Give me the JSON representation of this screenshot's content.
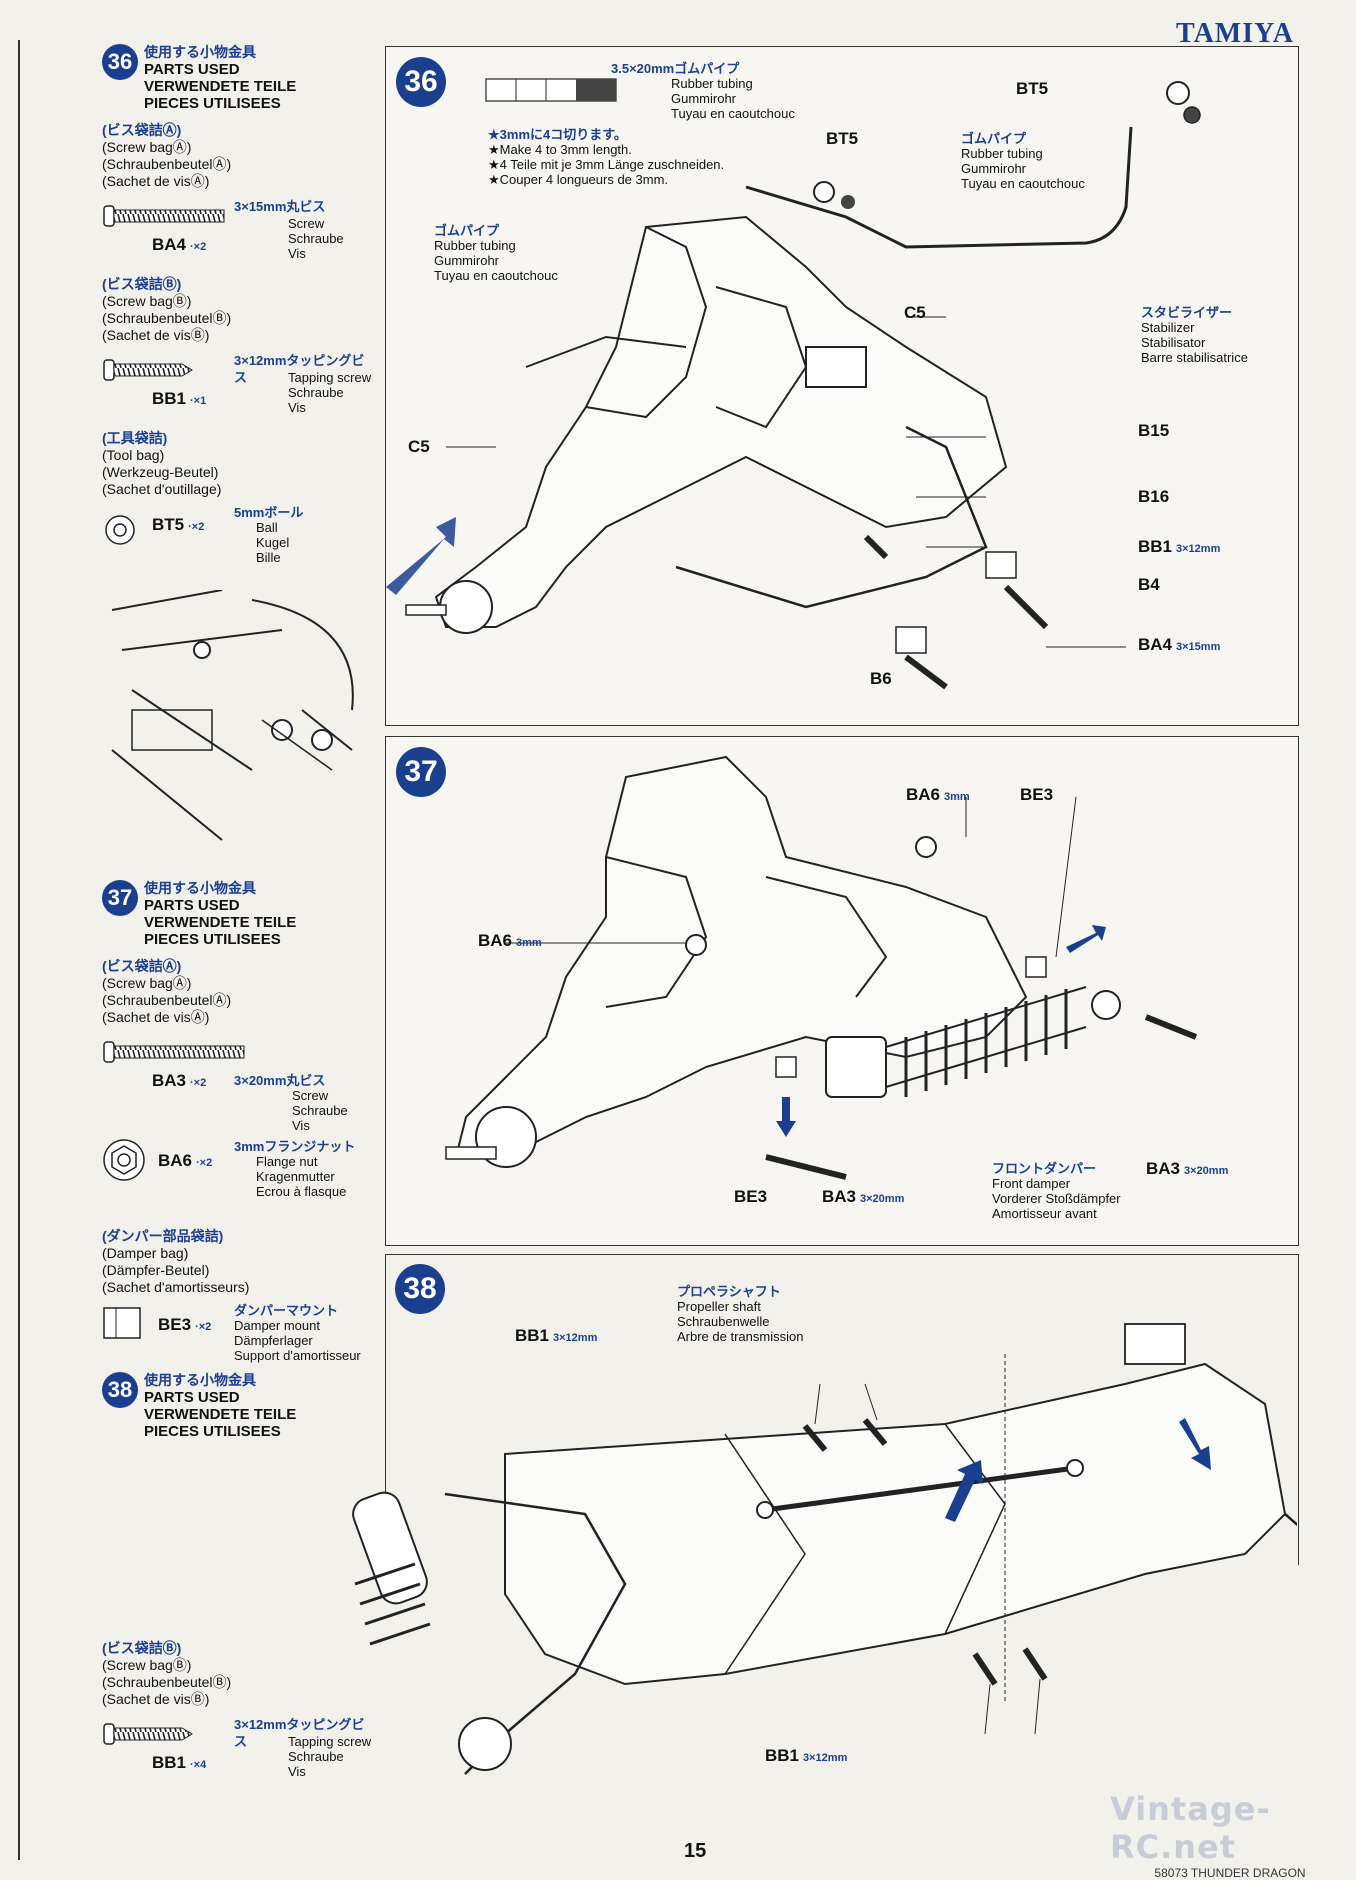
{
  "brand": "TAMIYA",
  "page_number": "15",
  "footer": {
    "watermark": "Vintage-RC.net",
    "code": "58073 THUNDER DRAGON"
  },
  "sidebar": {
    "step36": {
      "number": "36",
      "jp": "使用する小物金具",
      "en1": "PARTS USED",
      "en2": "VERWENDETE TEILE",
      "en3": "PIECES UTILISEES",
      "bagA": {
        "jp": "(ビス袋詰Ⓐ)",
        "en": "(Screw bagⒶ)",
        "de": "(SchraubenbeutelⒶ)",
        "fr": "(Sachet de visⒶ)"
      },
      "ba4": {
        "spec": "3×15mm丸ビス",
        "code": "BA4",
        "qty": "·×2",
        "d1": "Screw",
        "d2": "Schraube",
        "d3": "Vis"
      },
      "bagB": {
        "jp": "(ビス袋詰Ⓑ)",
        "en": "(Screw bagⒷ)",
        "de": "(SchraubenbeutelⒷ)",
        "fr": "(Sachet de visⒷ)"
      },
      "bb1": {
        "spec": "3×12mmタッピングビス",
        "code": "BB1",
        "qty": "·×1",
        "d1": "Tapping screw",
        "d2": "Schraube",
        "d3": "Vis"
      },
      "bagT": {
        "jp": "(工具袋詰)",
        "en": "(Tool bag)",
        "de": "(Werkzeug-Beutel)",
        "fr": "(Sachet d'outillage)"
      },
      "bt5": {
        "spec": "5mmボール",
        "code": "BT5",
        "qty": "·×2",
        "d1": "Ball",
        "d2": "Kugel",
        "d3": "Bille"
      }
    },
    "step37": {
      "number": "37",
      "jp": "使用する小物金具",
      "en1": "PARTS USED",
      "en2": "VERWENDETE TEILE",
      "en3": "PIECES UTILISEES",
      "bagA": {
        "jp": "(ビス袋詰Ⓐ)",
        "en": "(Screw bagⒶ)",
        "de": "(SchraubenbeutelⒶ)",
        "fr": "(Sachet de visⒶ)"
      },
      "ba3": {
        "spec": "3×20mm丸ビス",
        "code": "BA3",
        "qty": "·×2",
        "d1": "Screw",
        "d2": "Schraube",
        "d3": "Vis"
      },
      "ba6": {
        "spec": "3mmフランジナット",
        "code": "BA6",
        "qty": "·×2",
        "d1": "Flange nut",
        "d2": "Kragenmutter",
        "d3": "Ecrou à flasque"
      },
      "bagD": {
        "jp": "(ダンパー部品袋詰)",
        "en": "(Damper bag)",
        "de": "(Dämpfer-Beutel)",
        "fr": "(Sachet d'amortisseurs)"
      },
      "be3": {
        "spec": "ダンパーマウント",
        "code": "BE3",
        "qty": "·×2",
        "d1": "Damper mount",
        "d2": "Dämpferlager",
        "d3": "Support d'amortisseur"
      }
    },
    "step38": {
      "number": "38",
      "jp": "使用する小物金具",
      "en1": "PARTS USED",
      "en2": "VERWENDETE TEILE",
      "en3": "PIECES UTILISEES",
      "bagB": {
        "jp": "(ビス袋詰Ⓑ)",
        "en": "(Screw bagⒷ)",
        "de": "(SchraubenbeutelⒷ)",
        "fr": "(Sachet de visⒷ)"
      },
      "bb1": {
        "spec": "3×12mmタッピングビス",
        "code": "BB1",
        "qty": "·×4",
        "d1": "Tapping screw",
        "d2": "Schraube",
        "d3": "Vis"
      }
    }
  },
  "panel36": {
    "number": "36",
    "tube_spec": "3.5×20mmゴムパイプ",
    "tube_en": "Rubber tubing",
    "tube_de": "Gummirohr",
    "tube_fr": "Tuyau en caoutchouc",
    "cut_jp": "★3mmに4コ切ります。",
    "cut_en": "★Make 4 to 3mm length.",
    "cut_de": "★4 Teile mit je 3mm Länge zuschneiden.",
    "cut_fr": "★Couper 4 longueurs de 3mm.",
    "bt5_a": "BT5",
    "bt5_b": "BT5",
    "rt2_jp": "ゴムパイプ",
    "rt2_en": "Rubber tubing",
    "rt2_de": "Gummirohr",
    "rt2_fr": "Tuyau en caoutchouc",
    "rt3_jp": "ゴムパイプ",
    "rt3_en": "Rubber tubing",
    "rt3_de": "Gummirohr",
    "rt3_fr": "Tuyau en caoutchouc",
    "stab_jp": "スタビライザー",
    "stab_en": "Stabilizer",
    "stab_de": "Stabilisator",
    "stab_fr": "Barre stabilisatrice",
    "c5a": "C5",
    "c5b": "C5",
    "b15": "B15",
    "b16": "B16",
    "bb1": "BB1",
    "bb1_spec": "3×12mm",
    "b4": "B4",
    "ba4": "BA4",
    "ba4_spec": "3×15mm",
    "b6": "B6"
  },
  "panel37": {
    "number": "37",
    "ba6_a": "BA6",
    "ba6_a_spec": "3mm",
    "be3_a": "BE3",
    "ba6_b": "BA6",
    "ba6_b_spec": "3mm",
    "be3_b": "BE3",
    "ba3_a": "BA3",
    "ba3_a_spec": "3×20mm",
    "ba3_b": "BA3",
    "ba3_b_spec": "3×20mm",
    "damper_jp": "フロントダンパー",
    "damper_en": "Front damper",
    "damper_de": "Vorderer Stoßdämpfer",
    "damper_fr": "Amortisseur avant"
  },
  "panel38": {
    "number": "38",
    "bb1_a": "BB1",
    "bb1_a_spec": "3×12mm",
    "prop_jp": "プロペラシャフト",
    "prop_en": "Propeller shaft",
    "prop_de": "Schraubenwelle",
    "prop_fr": "Arbre de transmission",
    "bb1_b": "BB1",
    "bb1_b_spec": "3×12mm"
  },
  "colors": {
    "accent": "#1b3f8f",
    "line": "#222222"
  }
}
